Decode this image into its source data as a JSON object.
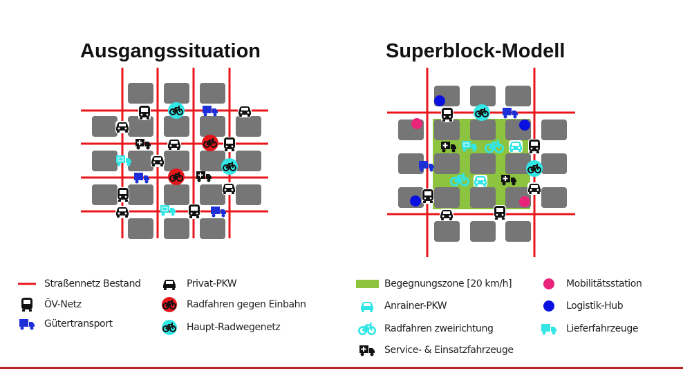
{
  "titles": {
    "left": "Ausgangssituation",
    "right": "Superblock-Modell"
  },
  "colors": {
    "road": "#e8161b",
    "block": "#767676",
    "zone": "#8cc43f",
    "cyan": "#33e6e6",
    "red_bike": "#e4161b",
    "blue": "#1d2fd6",
    "mobility": "#e8257a",
    "hub": "#0a10e0",
    "black": "#111111"
  },
  "legend_left": [
    {
      "icon": "road-line-icon",
      "label": "Straßennetz Bestand"
    },
    {
      "icon": "bus-icon",
      "label": "ÖV-Netz"
    },
    {
      "icon": "truck-icon",
      "label": "Gütertransport"
    },
    {
      "icon": "car-icon",
      "label": "Privat-PKW"
    },
    {
      "icon": "bike-red-circle-icon",
      "label": "Radfahren gegen Einbahn"
    },
    {
      "icon": "bike-cyan-circle-icon",
      "label": "Haupt-Radwegenetz"
    }
  ],
  "legend_right": [
    {
      "icon": "zone-swatch-icon",
      "label": "Begegnungszone [20 km/h]"
    },
    {
      "icon": "car-cyan-icon",
      "label": "Anrainer-PKW"
    },
    {
      "icon": "bike-cyan-icon",
      "label": "Radfahren zweirichtung"
    },
    {
      "icon": "service-vehicle-icon",
      "label": "Service- & Einsatzfahrzeuge"
    },
    {
      "icon": "mobility-station-icon",
      "label": "Mobilitätsstation"
    },
    {
      "icon": "logistics-hub-icon",
      "label": "Logistik-Hub"
    },
    {
      "icon": "delivery-vehicle-icon",
      "label": "Lieferfahrzeuge"
    }
  ]
}
